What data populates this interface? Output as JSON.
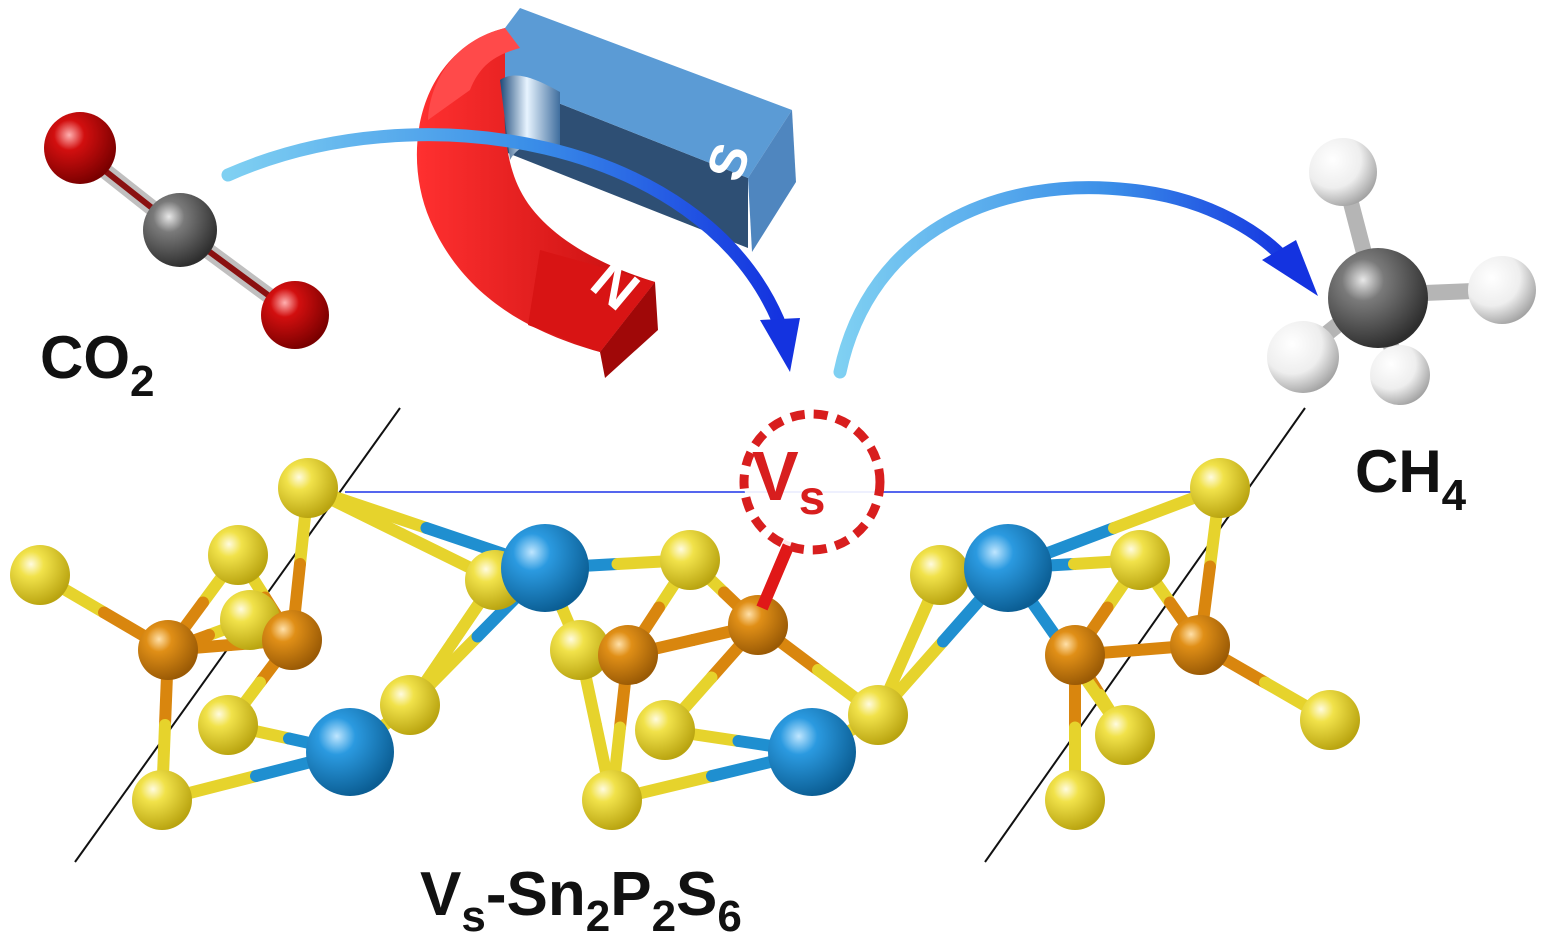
{
  "labels": {
    "reactant_main": "CO",
    "reactant_sub": "2",
    "product_main": "CH",
    "product_sub": "4",
    "vacancy_main": "V",
    "vacancy_sub": "s",
    "magnet_north": "N",
    "magnet_south": "S",
    "material": {
      "v": "V",
      "v_sub": "s",
      "sn": "-Sn",
      "sn_sub": "2",
      "p": "P",
      "p_sub": "2",
      "s": "S",
      "s_sub": "6"
    }
  },
  "colors": {
    "sulfur": "#e6d32c",
    "tin": "#1f8fd0",
    "phosphorus": "#d9860e",
    "oxygen": "#d00e0e",
    "carbon": "#6e6e6e",
    "hydrogen": "#f2f2f2",
    "magnet_north": "#e21b1b",
    "magnet_south": "#5b9bd5",
    "arrow_light": "#6ec6ee",
    "arrow_dark": "#1a3be6",
    "vacancy": "#d81e1e",
    "cell_edge": "#5566ee"
  },
  "icons": {
    "magnet": "horseshoe-magnet-icon",
    "co2": "co2-molecule-icon",
    "ch4": "ch4-molecule-icon"
  }
}
